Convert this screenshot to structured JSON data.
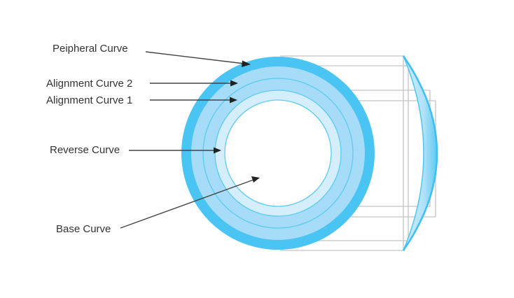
{
  "labels": {
    "peripheral": "Peipheral Curve",
    "alignment2": "Alignment Curve 2",
    "alignment1": "Alignment Curve 1",
    "reverse": "Reverse Curve",
    "base": "Base Curve"
  },
  "colors": {
    "peripheral_zone": "#49c4f3",
    "alignment_zone": "#a6dcf7",
    "reverse_zone": "#d5eefb",
    "zone_outline": "#5ccbf2",
    "projection_lines": "#c4c4c4",
    "pointer": "#444444",
    "text": "#333333"
  }
}
